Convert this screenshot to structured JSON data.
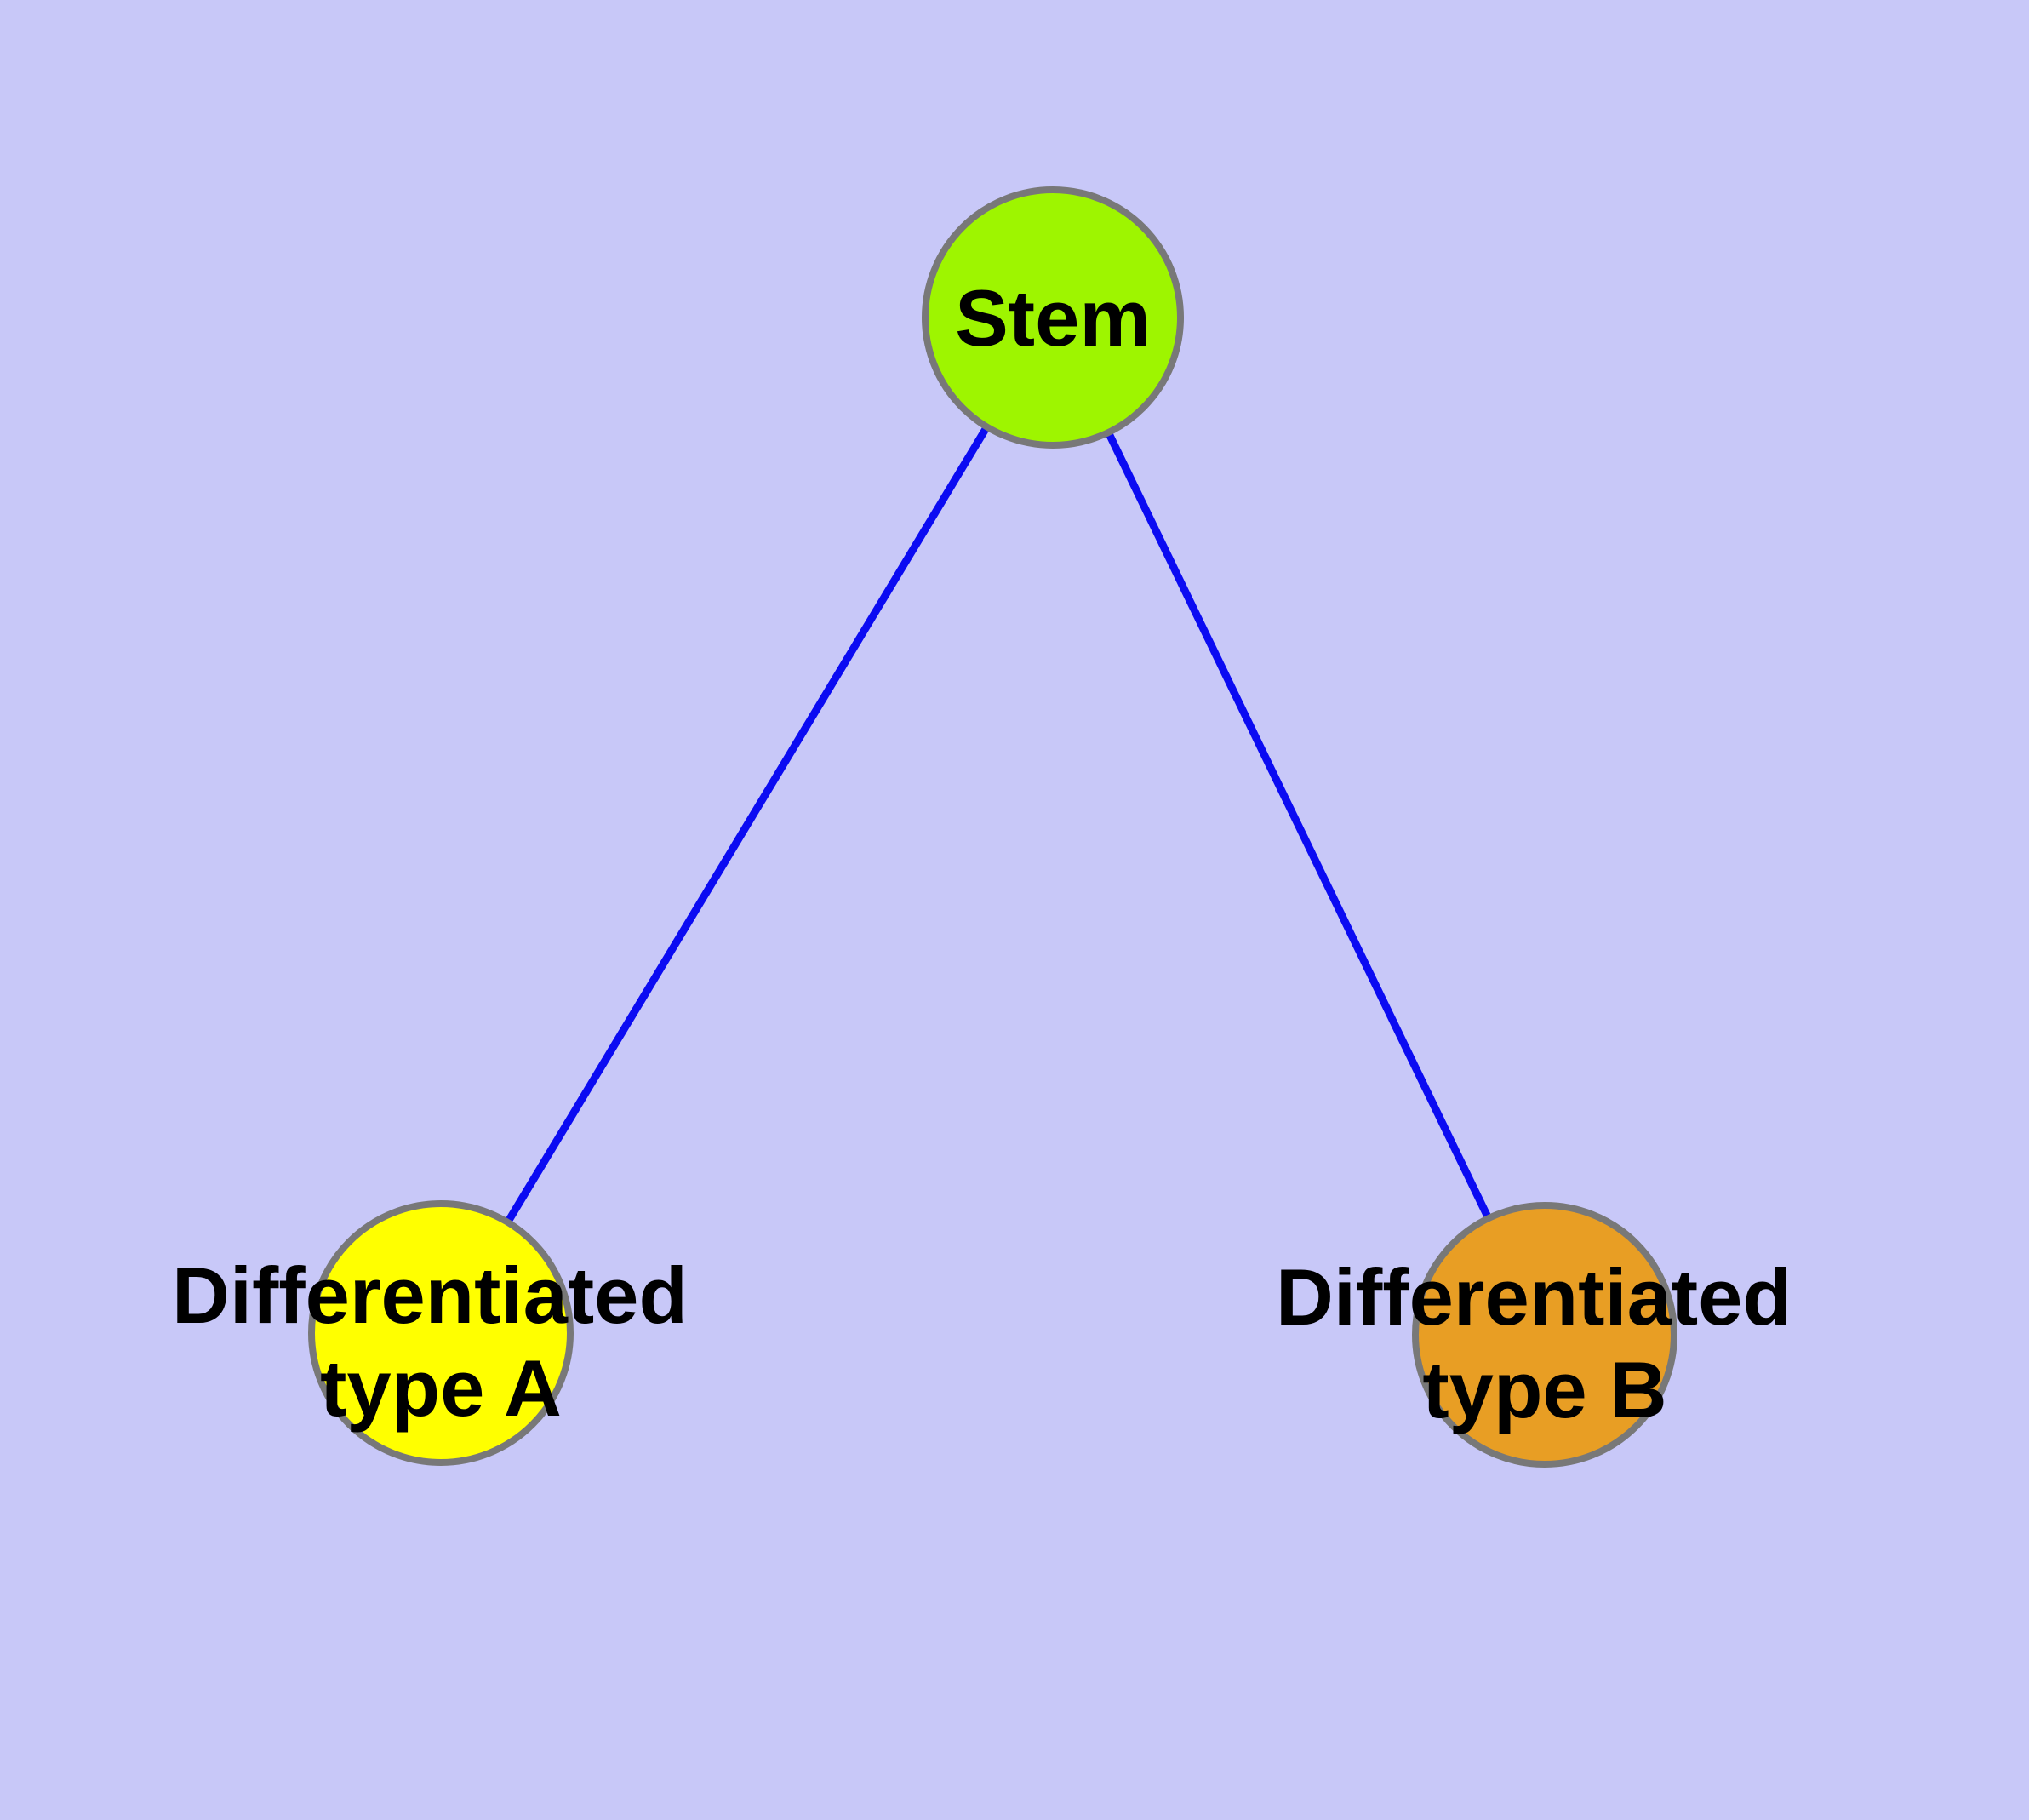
{
  "diagram": {
    "background_color": "#C8C8F8",
    "edge_color": "#0B0BF2",
    "node_border_color": "#787878",
    "label_color": "#000000",
    "nodes": {
      "stem": {
        "label": "Stem",
        "color": "#9EF500"
      },
      "type_a": {
        "label_line1": "Differentiated",
        "label_line2": "type A",
        "label_full": "Differentiated type A",
        "color": "#FFFF00"
      },
      "type_b": {
        "label_line1": "Differentiated",
        "label_line2": "type B",
        "label_full": "Differentiated type B",
        "color": "#E89E24"
      }
    },
    "edges": [
      {
        "from": "Stem",
        "to": "Differentiated type A"
      },
      {
        "from": "Stem",
        "to": "Differentiated type B"
      }
    ]
  }
}
